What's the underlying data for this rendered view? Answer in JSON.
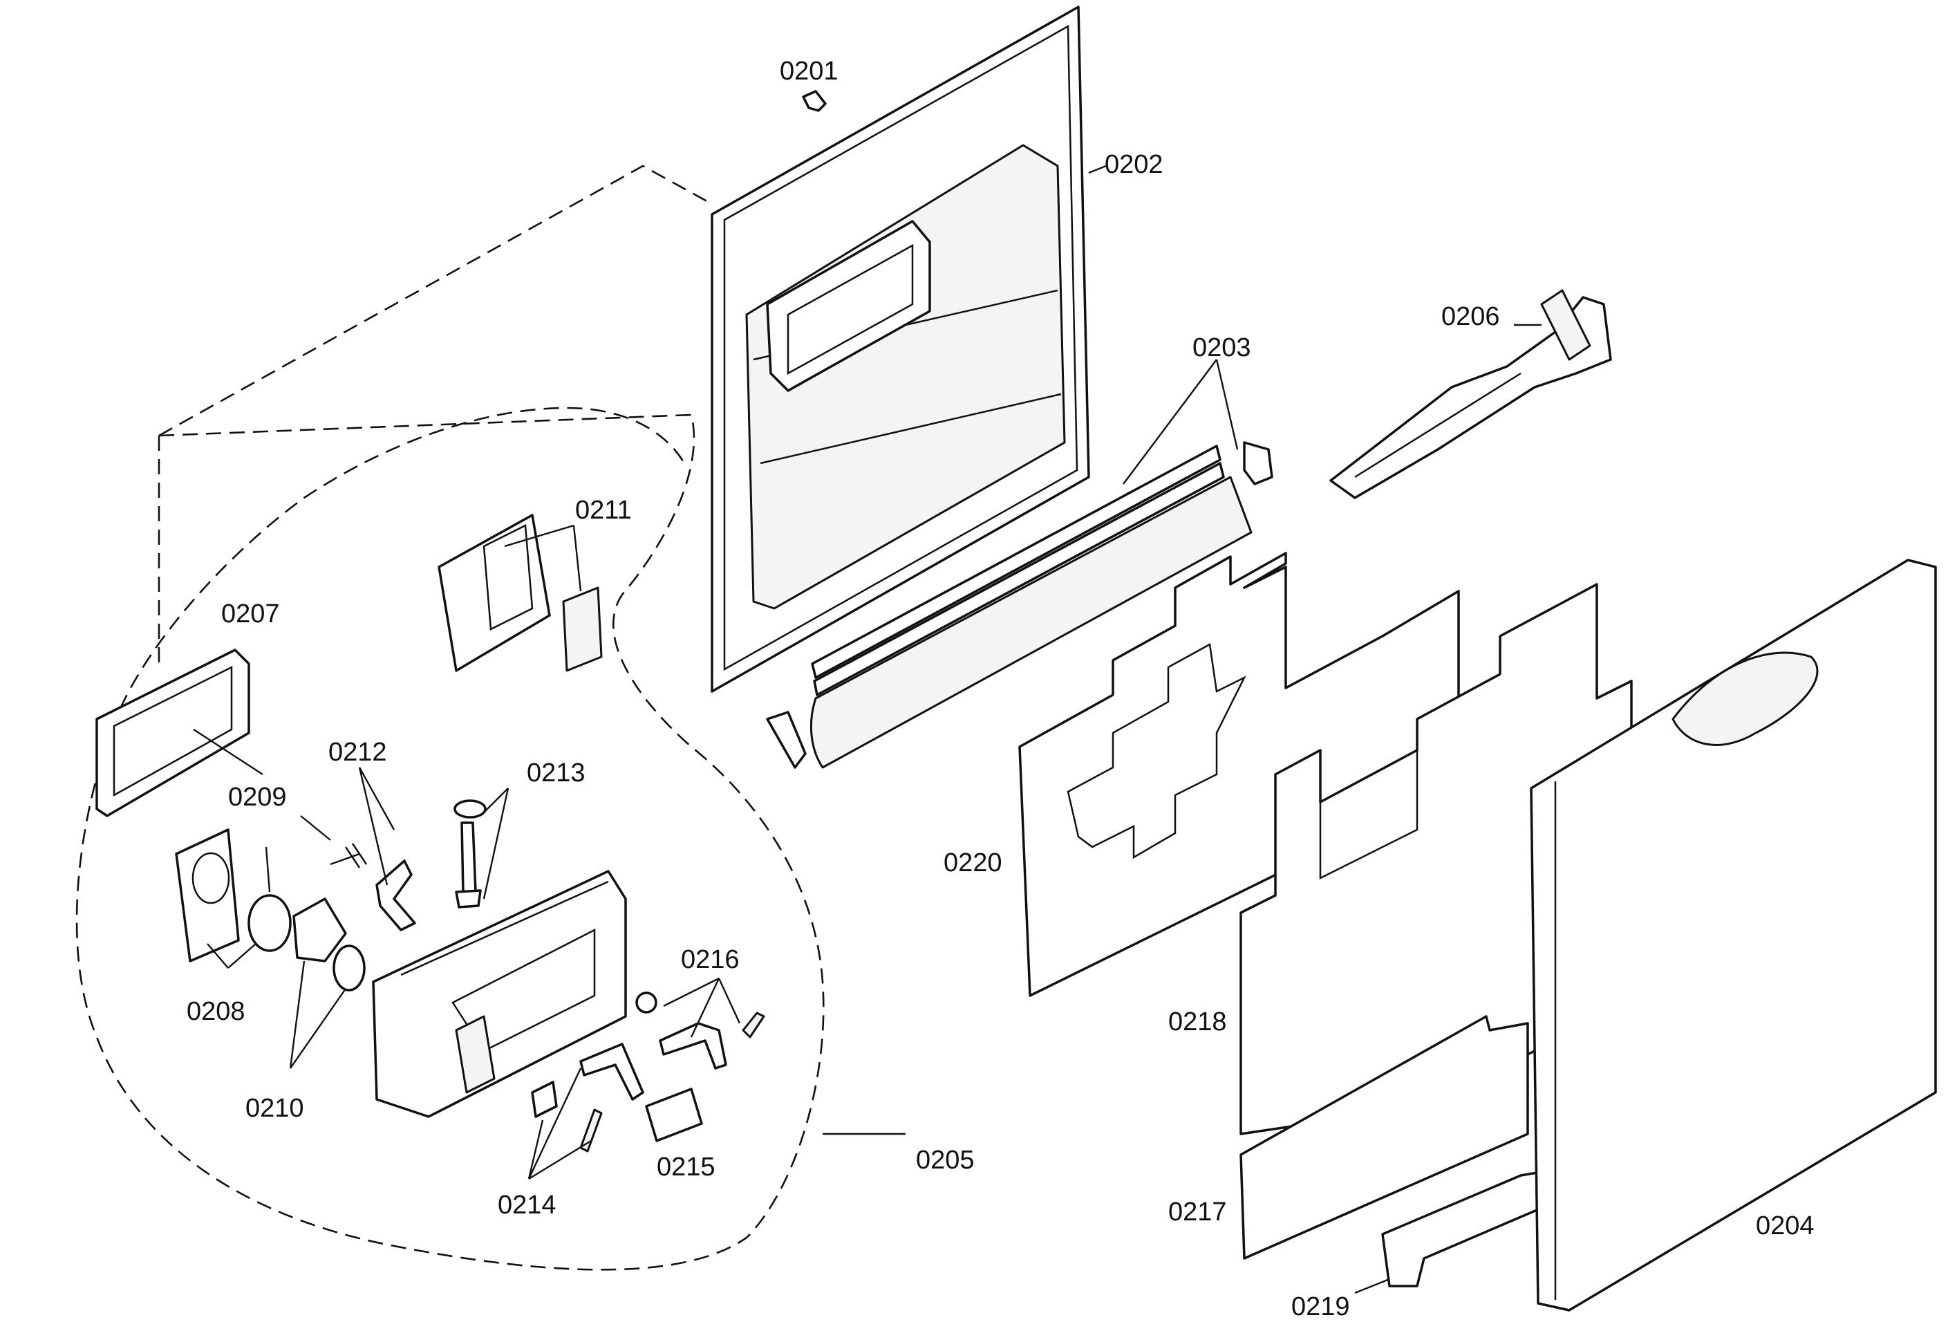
{
  "labels": {
    "p0201": "0201",
    "p0202": "0202",
    "p0203": "0203",
    "p0204": "0204",
    "p0205": "0205",
    "p0206": "0206",
    "p0207": "0207",
    "p0208": "0208",
    "p0209": "0209",
    "p0210": "0210",
    "p0211": "0211",
    "p0212": "0212",
    "p0213": "0213",
    "p0214": "0214",
    "p0215": "0215",
    "p0216": "0216",
    "p0217": "0217",
    "p0218": "0218",
    "p0219": "0219",
    "p0220": "0220"
  }
}
